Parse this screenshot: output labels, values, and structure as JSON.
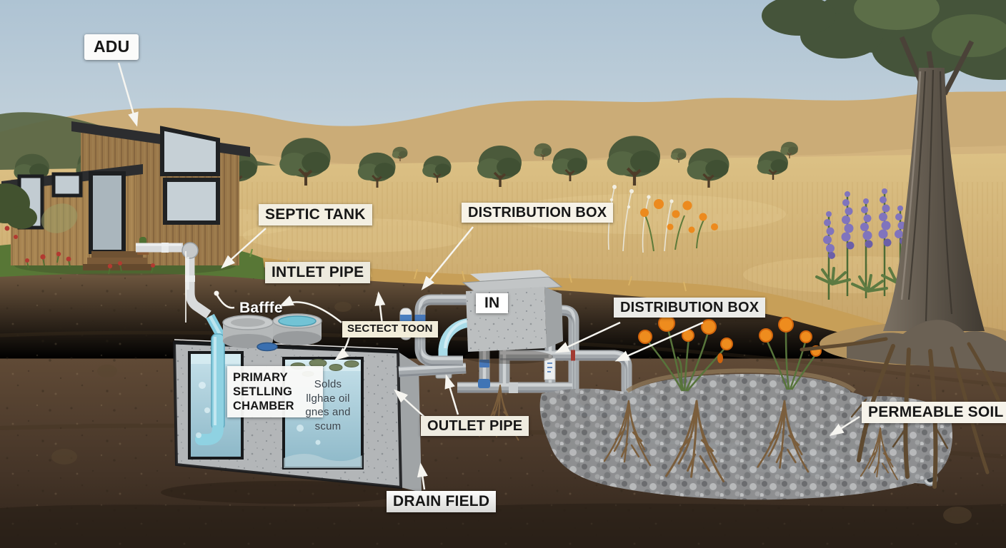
{
  "scene": {
    "description": "Cutaway illustration of an ADU septic system: septic tank, distribution box and drain field buried beneath golden California hills"
  },
  "labels": {
    "adu": "ADU",
    "septic_tank": "SEPTIC TANK",
    "inlet_pipe": "INTLET PIPE",
    "baffle": "Bafffe",
    "distribution_box_top": "DISTRIBUTION BOX",
    "distribution_box_mid": "DISTRIBUTION BOX",
    "in_marker": "IN",
    "septic_room": "SECTECT TOON",
    "primary_chamber": {
      "line1": "PRIMARY",
      "line2": "SETLLING",
      "line3": "CHAMBER"
    },
    "solids": {
      "line1": "Solds",
      "line2": "llghae oil",
      "line3": "gnes and",
      "line4": "scum"
    },
    "outlet_pipe": "OUTLET PIPE",
    "drain_field": "DRAIN FIELD",
    "permeable_soil": "PERMEABLE SOIL"
  },
  "colors": {
    "sky": "#b7cbd8",
    "golden_field": "#d3b173",
    "tree_green": "#4b5a3b",
    "soil_top": "#7d654a",
    "soil_deep": "#33271d",
    "concrete": "#bcbfc0",
    "tank_water": "#aed2de",
    "pvc_pipe": "#a6abaf",
    "pipe_coupling_blue": "#4677b8",
    "gravel": "#939597",
    "poppy_orange": "#ec8a1e",
    "lupine_purple": "#8074bd",
    "label_background": "#f3efe2",
    "label_text": "#171717"
  }
}
